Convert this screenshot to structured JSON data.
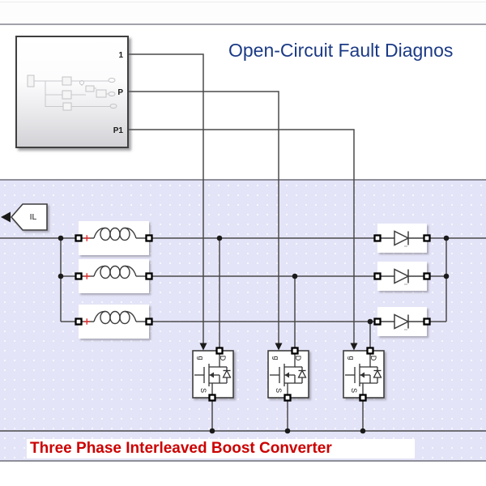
{
  "title_annotation": {
    "text": "Open-Circuit Fault Diagnos"
  },
  "subsystem": {
    "ports": [
      {
        "label": "1"
      },
      {
        "label": "P"
      },
      {
        "label": "P1"
      }
    ]
  },
  "il_tag": {
    "label": "IL"
  },
  "converter_annotation": {
    "text": "Three Phase Interleaved Boost Converter"
  },
  "mosfet_labels": {
    "gate": "g",
    "drain": "D",
    "source": "S"
  },
  "structure": {
    "phase_count": 3,
    "inductors": 3,
    "mosfets": 3,
    "diodes": 3
  },
  "colors": {
    "title_text": "#1b3a85",
    "annotation_red": "#cc0000",
    "region_fill": "#e4e4f8",
    "region_border": "#8e8e9a",
    "wire": "#4a4a4a",
    "inductor_plus": "#e03030",
    "toolbar_edge": "#a2a2ac"
  }
}
